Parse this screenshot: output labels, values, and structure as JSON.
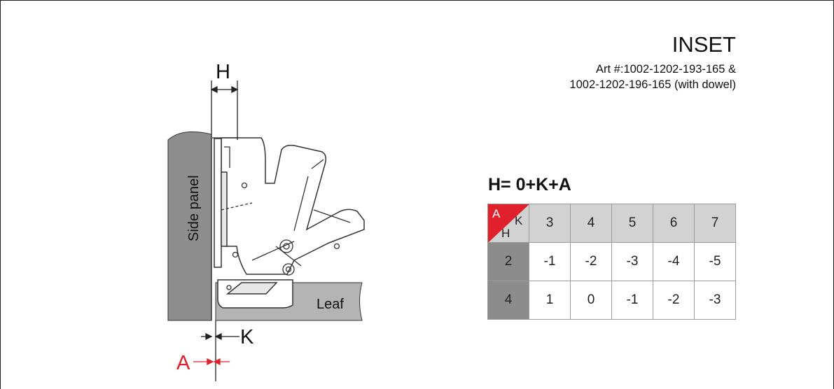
{
  "header": {
    "title": "INSET",
    "art_line1": "Art #:1002-1202-193-165 &",
    "art_line2": "1002-1202-196-165  (with dowel)"
  },
  "formula": "H= 0+K+A",
  "diagram_labels": {
    "h": "H",
    "k": "K",
    "a": "A",
    "side_panel": "Side panel",
    "leaf": "Leaf"
  },
  "table": {
    "corner": {
      "a": "A",
      "k": "K",
      "h": "H"
    },
    "columns": [
      "3",
      "4",
      "5",
      "6",
      "7"
    ],
    "rows": [
      {
        "label": "2",
        "values": [
          "-1",
          "-2",
          "-3",
          "-4",
          "-5"
        ]
      },
      {
        "label": "4",
        "values": [
          "1",
          "0",
          "-1",
          "-2",
          "-3"
        ]
      }
    ]
  },
  "colors": {
    "accent_red": "#e0202a",
    "panel_gray": "#8e8e8e",
    "leaf_gray": "#b4b4b4",
    "header_gray": "#d2d2d2",
    "rowhead_gray": "#8c8c8c"
  }
}
